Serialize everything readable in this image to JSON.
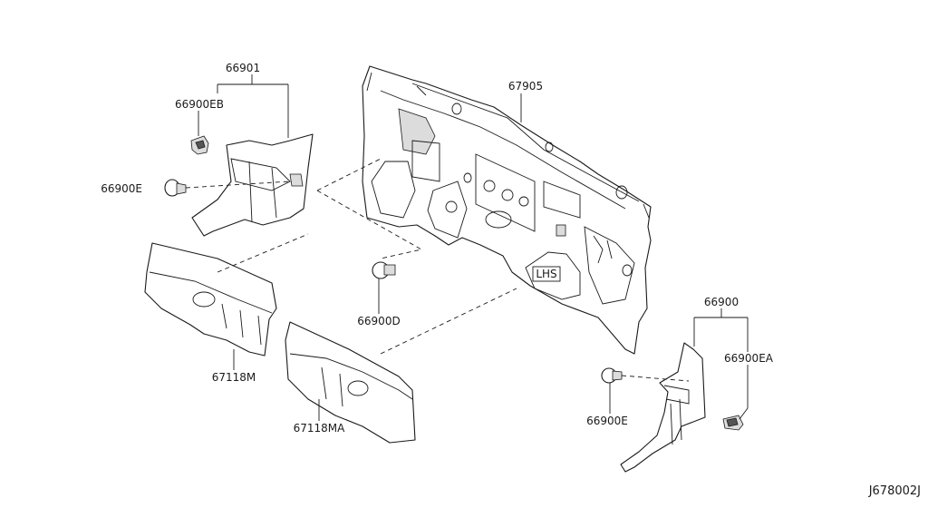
{
  "labels": {
    "p66901": "66901",
    "p66900EB": "66900EB",
    "p66900E_left": "66900E",
    "p67905": "67905",
    "p66900D": "66900D",
    "p67118M": "67118M",
    "p67118MA": "67118MA",
    "p66900": "66900",
    "p66900EA": "66900EA",
    "p66900E_right": "66900E",
    "dash_text": "LHS"
  },
  "diagram_code": "J678002J"
}
